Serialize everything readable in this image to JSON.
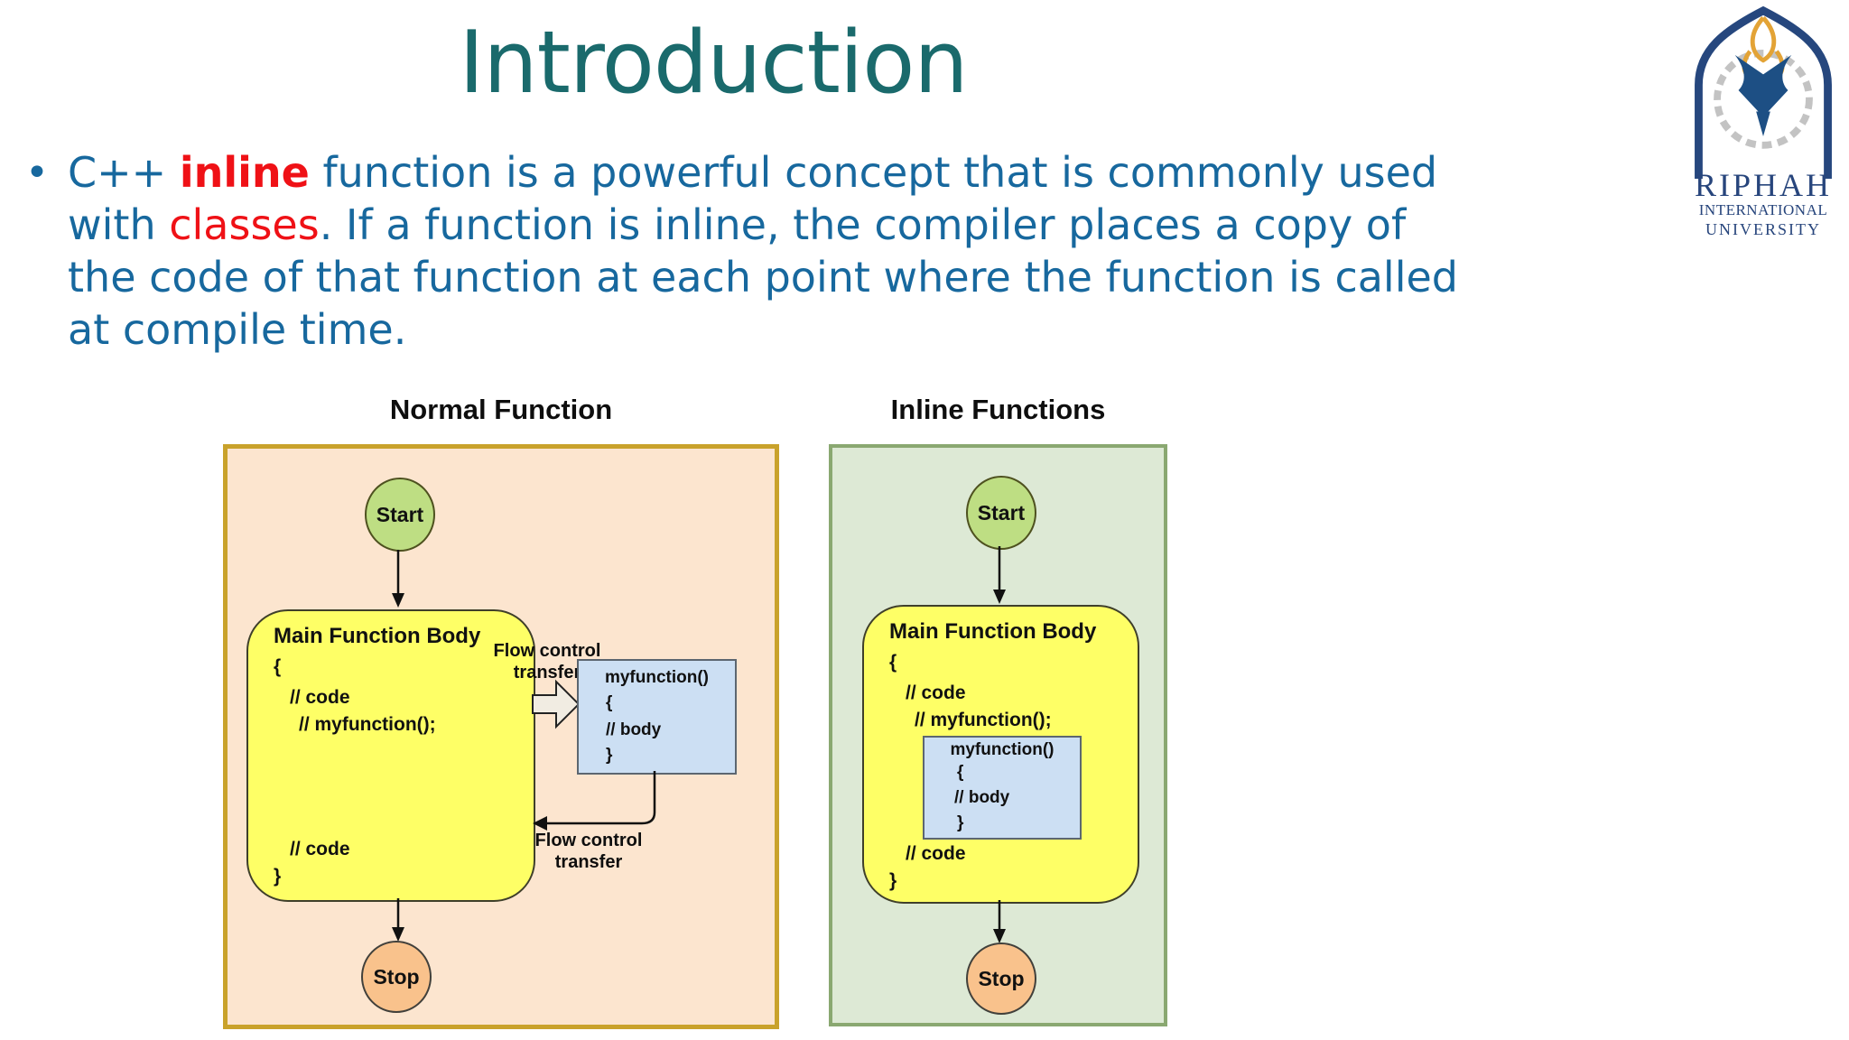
{
  "slide": {
    "title": "Introduction",
    "bullet": {
      "marker": "•",
      "l1a": "C++ ",
      "l1b": "inline",
      "l1c": " function is a powerful concept that is commonly used",
      "l2a": "with ",
      "l2b": "classes",
      "l2c": ". If a function is inline, the compiler places a copy of",
      "l3": "the code of that function at each point where the function is called",
      "l4": "at compile time."
    }
  },
  "logo": {
    "line1": "RIPHAH",
    "line2": "INTERNATIONAL",
    "line3": "UNIVERSITY"
  },
  "diagrams": {
    "normal": {
      "title": "Normal Function",
      "start_label": "Start",
      "stop_label": "Stop",
      "box_title": "Main Function Body",
      "code": [
        "{",
        "// code",
        "// myfunction();",
        "// code",
        "}"
      ],
      "callee": {
        "name": "myfunction()",
        "open": "{",
        "body": "// body",
        "close": "}"
      },
      "flow_top": {
        "l1": "Flow control",
        "l2": "transfer"
      },
      "flow_bottom": {
        "l1": "Flow control",
        "l2": "transfer"
      }
    },
    "inline": {
      "title": "Inline Functions",
      "start_label": "Start",
      "stop_label": "Stop",
      "box_title": "Main Function Body",
      "code_pre": [
        "{",
        "// code",
        "// myfunction();"
      ],
      "inlined": {
        "name": "myfunction()",
        "open": "{",
        "body": "// body",
        "close": "}"
      },
      "code_post": [
        "// code",
        "}"
      ]
    }
  },
  "colors": {
    "title_teal": "#1a6a6c",
    "body_blue": "#17689e",
    "accent_red": "#ef1116",
    "normal_panel_bg": "#fce5cf",
    "normal_panel_border": "#c9a22b",
    "inline_panel_bg": "#dde9d5",
    "inline_panel_border": "#8aa871",
    "function_box_bg": "#feff66",
    "inlined_box_bg": "#ccdff3",
    "start_fill": "#bede83",
    "stop_fill": "#f9c28c",
    "logo_blue": "#27457c",
    "logo_gold": "#e3a336"
  }
}
